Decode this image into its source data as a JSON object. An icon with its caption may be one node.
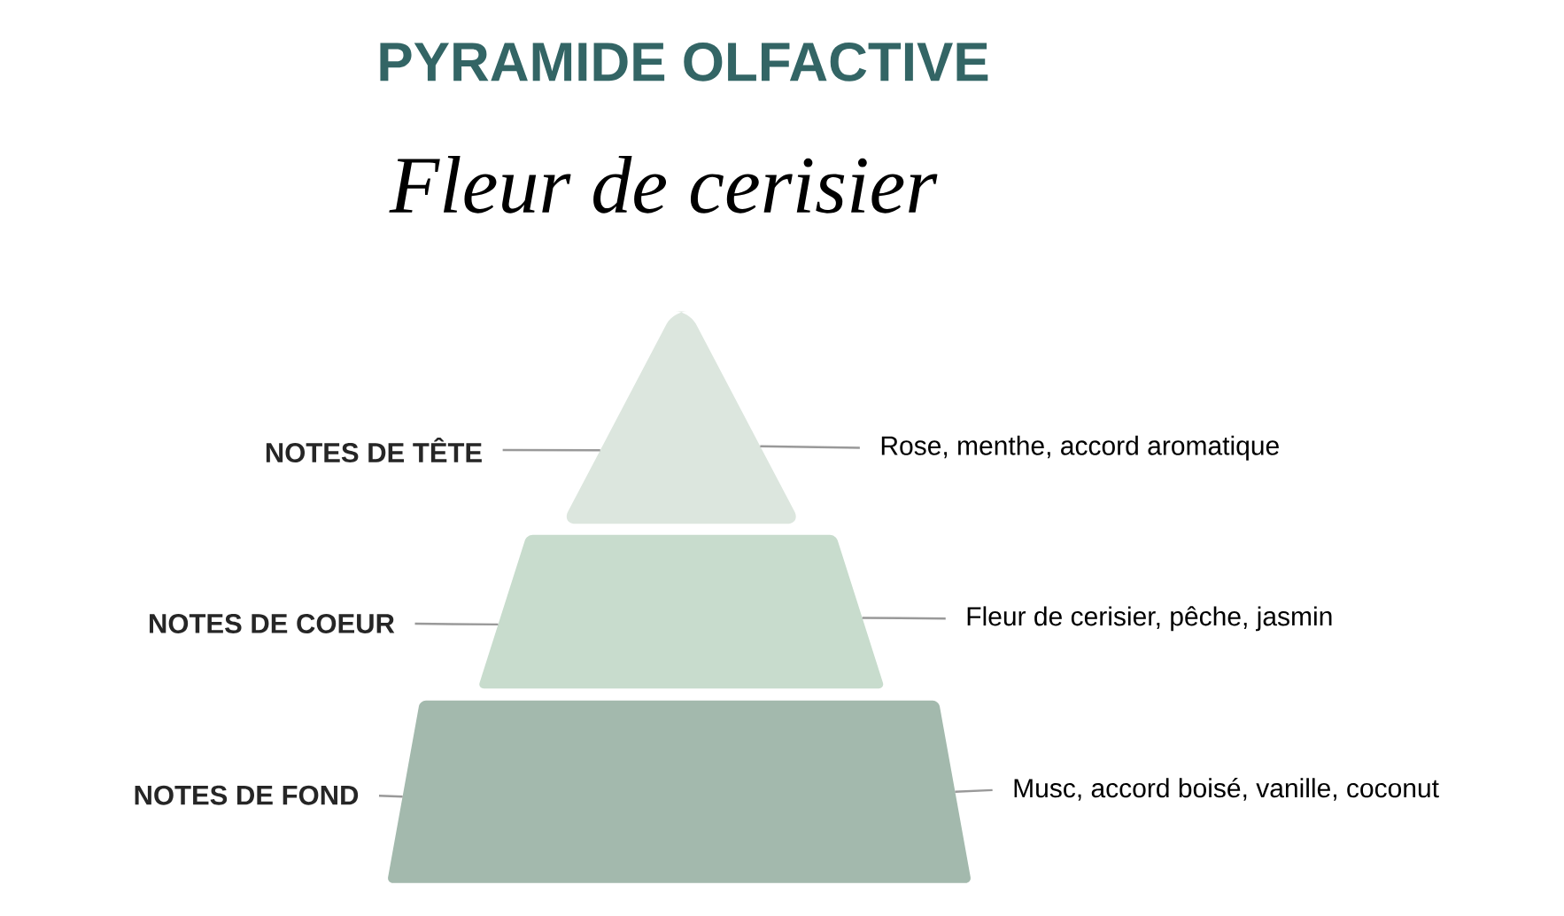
{
  "diagram": {
    "title": "PYRAMIDE OLFACTIVE",
    "nodes": [
      {
        "text": [
          "NOTES DE TÊTE"
        ]
      },
      {
        "text": [],
        "shape": "triangle"
      },
      {
        "text": [
          "Rose, menthe, accord aromatique"
        ]
      },
      {
        "text": [
          "NOTES DE COEUR"
        ]
      },
      {
        "text": [],
        "shape": "trapezoid"
      },
      {
        "text": [
          "Fleur de cerisier, pêche, jasmin"
        ]
      },
      {
        "text": [
          "NOTES DE FOND"
        ]
      },
      {
        "text": [],
        "shape": "trapezoid"
      },
      {
        "text": [
          "Musc, accord boisé, vanille, coconut"
        ]
      }
    ],
    "edges": [
      {
        "from": 0,
        "to": 1,
        "arrow": "none"
      },
      {
        "from": 2,
        "to": 1,
        "arrow": "none"
      },
      {
        "from": 3,
        "to": 4,
        "arrow": "none"
      },
      {
        "from": 5,
        "to": 4,
        "arrow": "none"
      },
      {
        "from": 6,
        "to": 7,
        "arrow": "none"
      },
      {
        "from": 8,
        "to": 7,
        "arrow": "none"
      }
    ],
    "labels": [
      "Fleur de cerisier"
    ]
  }
}
